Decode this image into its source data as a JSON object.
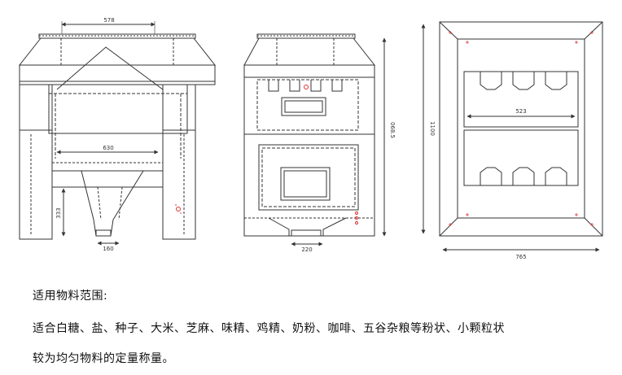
{
  "drawing": {
    "dimensions": {
      "front_top_width": "578",
      "front_inner_width": "630",
      "front_hopper_height": "333",
      "front_outlet_width": "160",
      "side_height": "068.5",
      "side_outlet_width": "220",
      "plan_height": "1100",
      "plan_inner_width": "523",
      "plan_outer_width": "765"
    },
    "colors": {
      "line": "#333333",
      "marker": "#e03030"
    }
  },
  "text": {
    "heading": "适用物料范围:",
    "materials": "适合白糖、盐、种子、大米、芝麻、味精、鸡精、奶粉、咖啡、五谷杂粮等粉状、小颗粒状",
    "note": "较为均匀物料的定量称量。"
  }
}
